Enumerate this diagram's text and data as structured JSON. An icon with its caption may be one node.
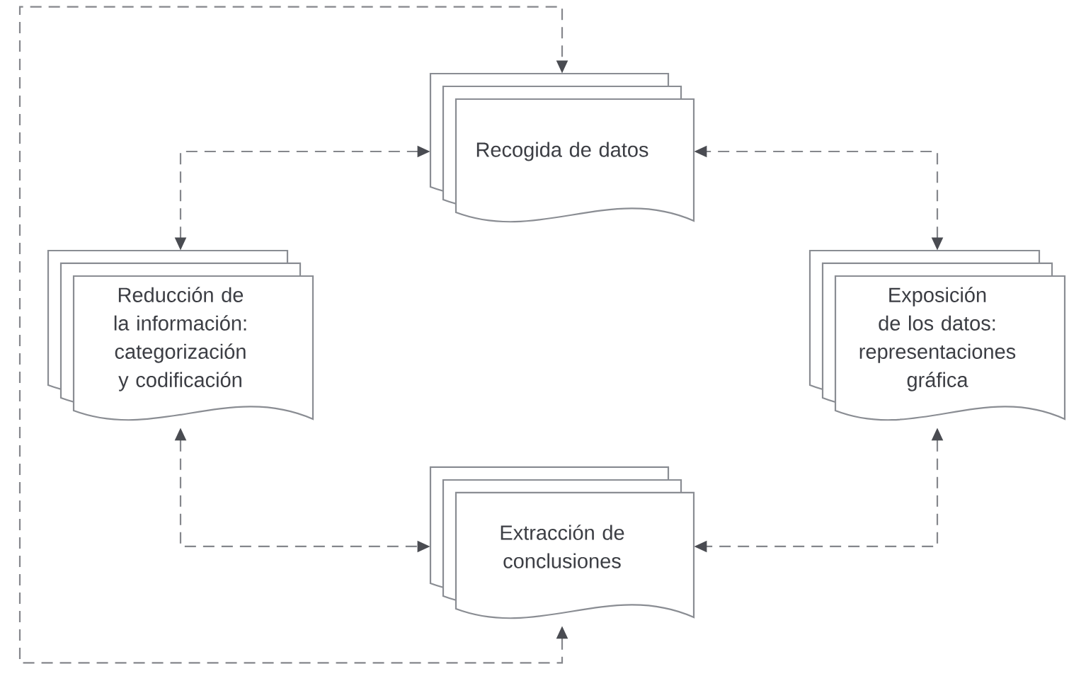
{
  "diagram": {
    "nodes": [
      {
        "text": [
          "Recogida de datos"
        ]
      },
      {
        "text": [
          "Reducción de la información: categorización y codificación"
        ]
      },
      {
        "text": [
          "Exposición de los datos: representaciones gráfica"
        ]
      },
      {
        "text": [
          "Extracción de conclusiones"
        ]
      }
    ],
    "edges": [
      {
        "from": 0,
        "to": 1,
        "arrow": "both",
        "style": "dashed"
      },
      {
        "from": 0,
        "to": 2,
        "arrow": "both",
        "style": "dashed"
      },
      {
        "from": 1,
        "to": 3,
        "arrow": "both",
        "style": "dashed"
      },
      {
        "from": 2,
        "to": 3,
        "arrow": "both",
        "style": "dashed"
      },
      {
        "from": 3,
        "to": 0,
        "arrow": "both",
        "style": "dashed"
      }
    ]
  }
}
